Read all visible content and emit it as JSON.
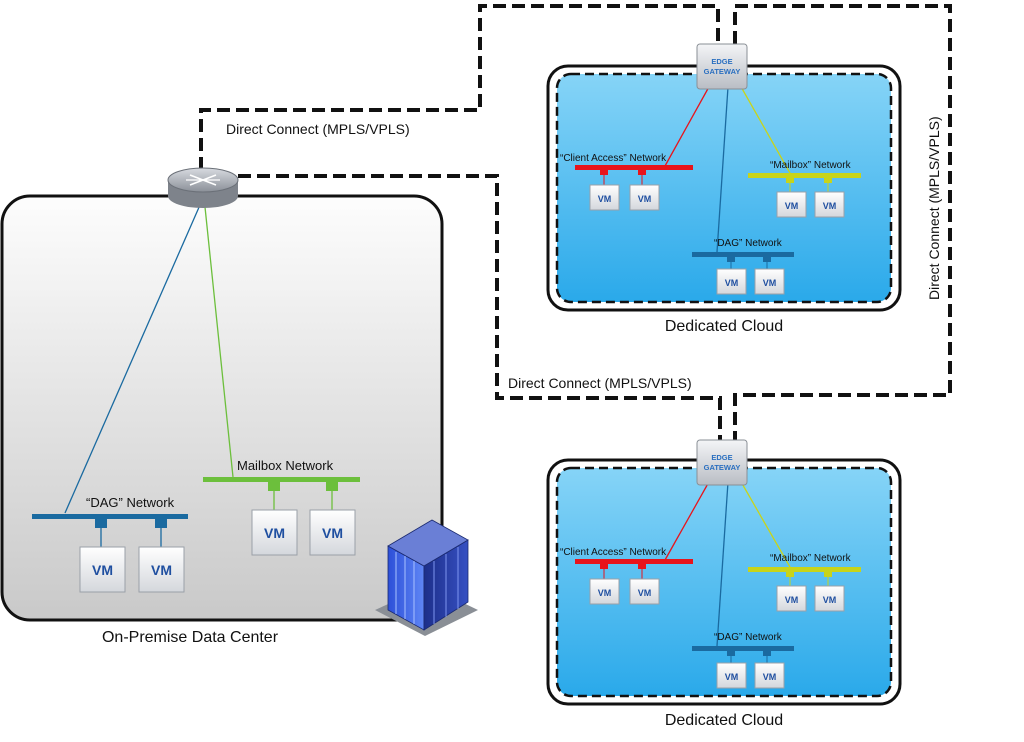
{
  "links": {
    "top": "Direct Connect (MPLS/VPLS)",
    "middle": "Direct Connect (MPLS/VPLS)",
    "right": "Direct Connect (MPLS/VPLS)"
  },
  "on_premise": {
    "title": "On-Premise Data Center",
    "dag_network": "“DAG” Network",
    "mailbox_network": "Mailbox Network",
    "vm": "VM"
  },
  "cloud_top": {
    "title": "Dedicated Cloud",
    "gateway_line1": "EDGE",
    "gateway_line2": "GATEWAY",
    "client_access_network": "“Client Access” Network",
    "mailbox_network": "“Mailbox” Network",
    "dag_network": "“DAG” Network",
    "vm": "VM"
  },
  "cloud_bottom": {
    "title": "Dedicated Cloud",
    "gateway_line1": "EDGE",
    "gateway_line2": "GATEWAY",
    "client_access_network": "“Client Access” Network",
    "mailbox_network": "“Mailbox” Network",
    "dag_network": "“DAG” Network",
    "vm": "VM"
  },
  "colors": {
    "client_access": "#e8141b",
    "mailbox_cloud": "#c8d41a",
    "mailbox_onprem": "#6cbf3c",
    "dag": "#1a6aa0",
    "cloud_fill": "#3fb6ee"
  },
  "icons": {
    "router": "router-icon",
    "gateway": "edge-gateway-icon",
    "building": "office-building-icon"
  }
}
